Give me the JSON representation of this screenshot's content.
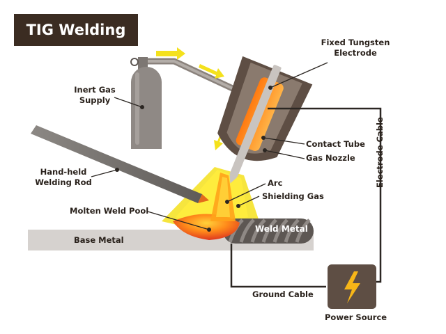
{
  "title": "TIG Welding",
  "labels": {
    "fixed_tungsten_line1": "Fixed Tungsten",
    "fixed_tungsten_line2": "Electrode",
    "inert_gas_line1": "Inert Gas",
    "inert_gas_line2": "Supply",
    "contact_tube": "Contact Tube",
    "gas_nozzle": "Gas Nozzle",
    "welding_rod_line1": "Hand-held",
    "welding_rod_line2": "Welding Rod",
    "arc": "Arc",
    "shielding_gas": "Shielding Gas",
    "molten_pool": "Molten Weld Pool",
    "weld_metal": "Weld Metal",
    "base_metal": "Base Metal",
    "electrode_cable": "Electrode Cable",
    "ground_cable": "Ground Cable",
    "power_source": "Power Source"
  },
  "colors": {
    "title_bg": "#3b2c22",
    "nozzle": "#5e4e44",
    "contact_tube": "#ff8c1a",
    "gas_flow": "#f4e11c",
    "cylinder": "#8f8985",
    "base_metal": "#d6d2cf",
    "power_box": "#5e4e44",
    "molten_pool": "#d92b1e"
  },
  "icons": {
    "power_source": "lightning-bolt-icon",
    "gas_flow": "arrow-icon"
  }
}
